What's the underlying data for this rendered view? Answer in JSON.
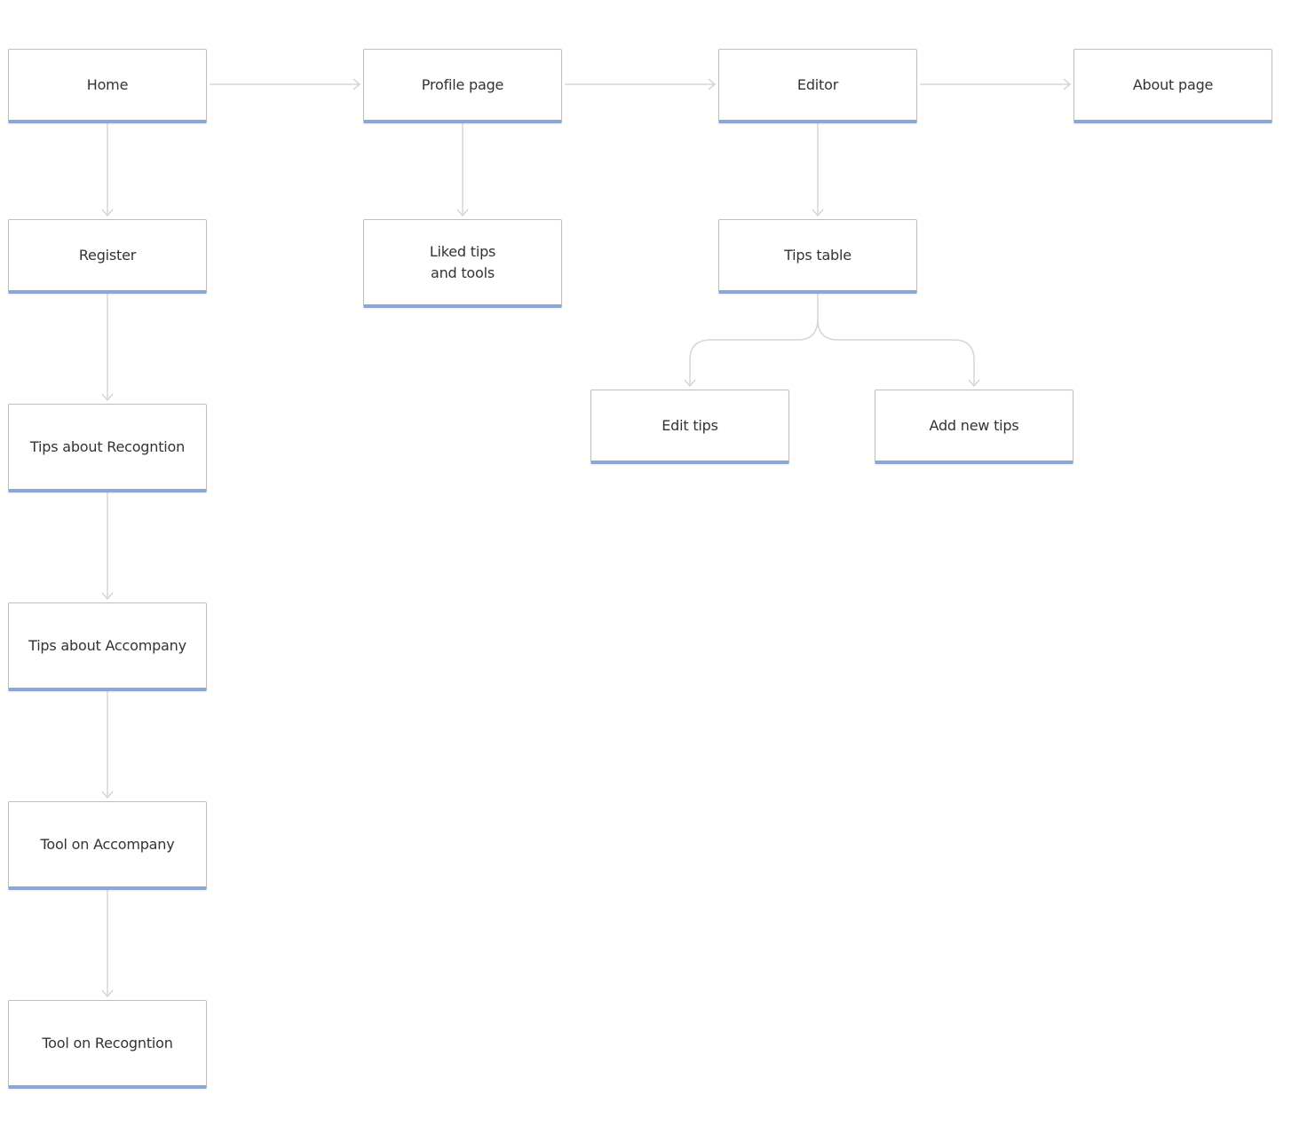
{
  "nodes": {
    "home": "Home",
    "profile": "Profile page",
    "editor": "Editor",
    "about": "About page",
    "register": "Register",
    "liked": "Liked tips\nand tools",
    "tips_table": "Tips table",
    "edit_tips": "Edit tips",
    "add_tips": "Add new tips",
    "tips_recognition": "Tips about Recogntion",
    "tips_accompany": "Tips about Accompany",
    "tool_accompany": "Tool on Accompany",
    "tool_recognition": "Tool on Recogntion"
  },
  "colors": {
    "node_border": "#bdbdbd",
    "node_accent": "#8aa7d8",
    "connector": "#d6d6d6",
    "text": "#333333"
  }
}
